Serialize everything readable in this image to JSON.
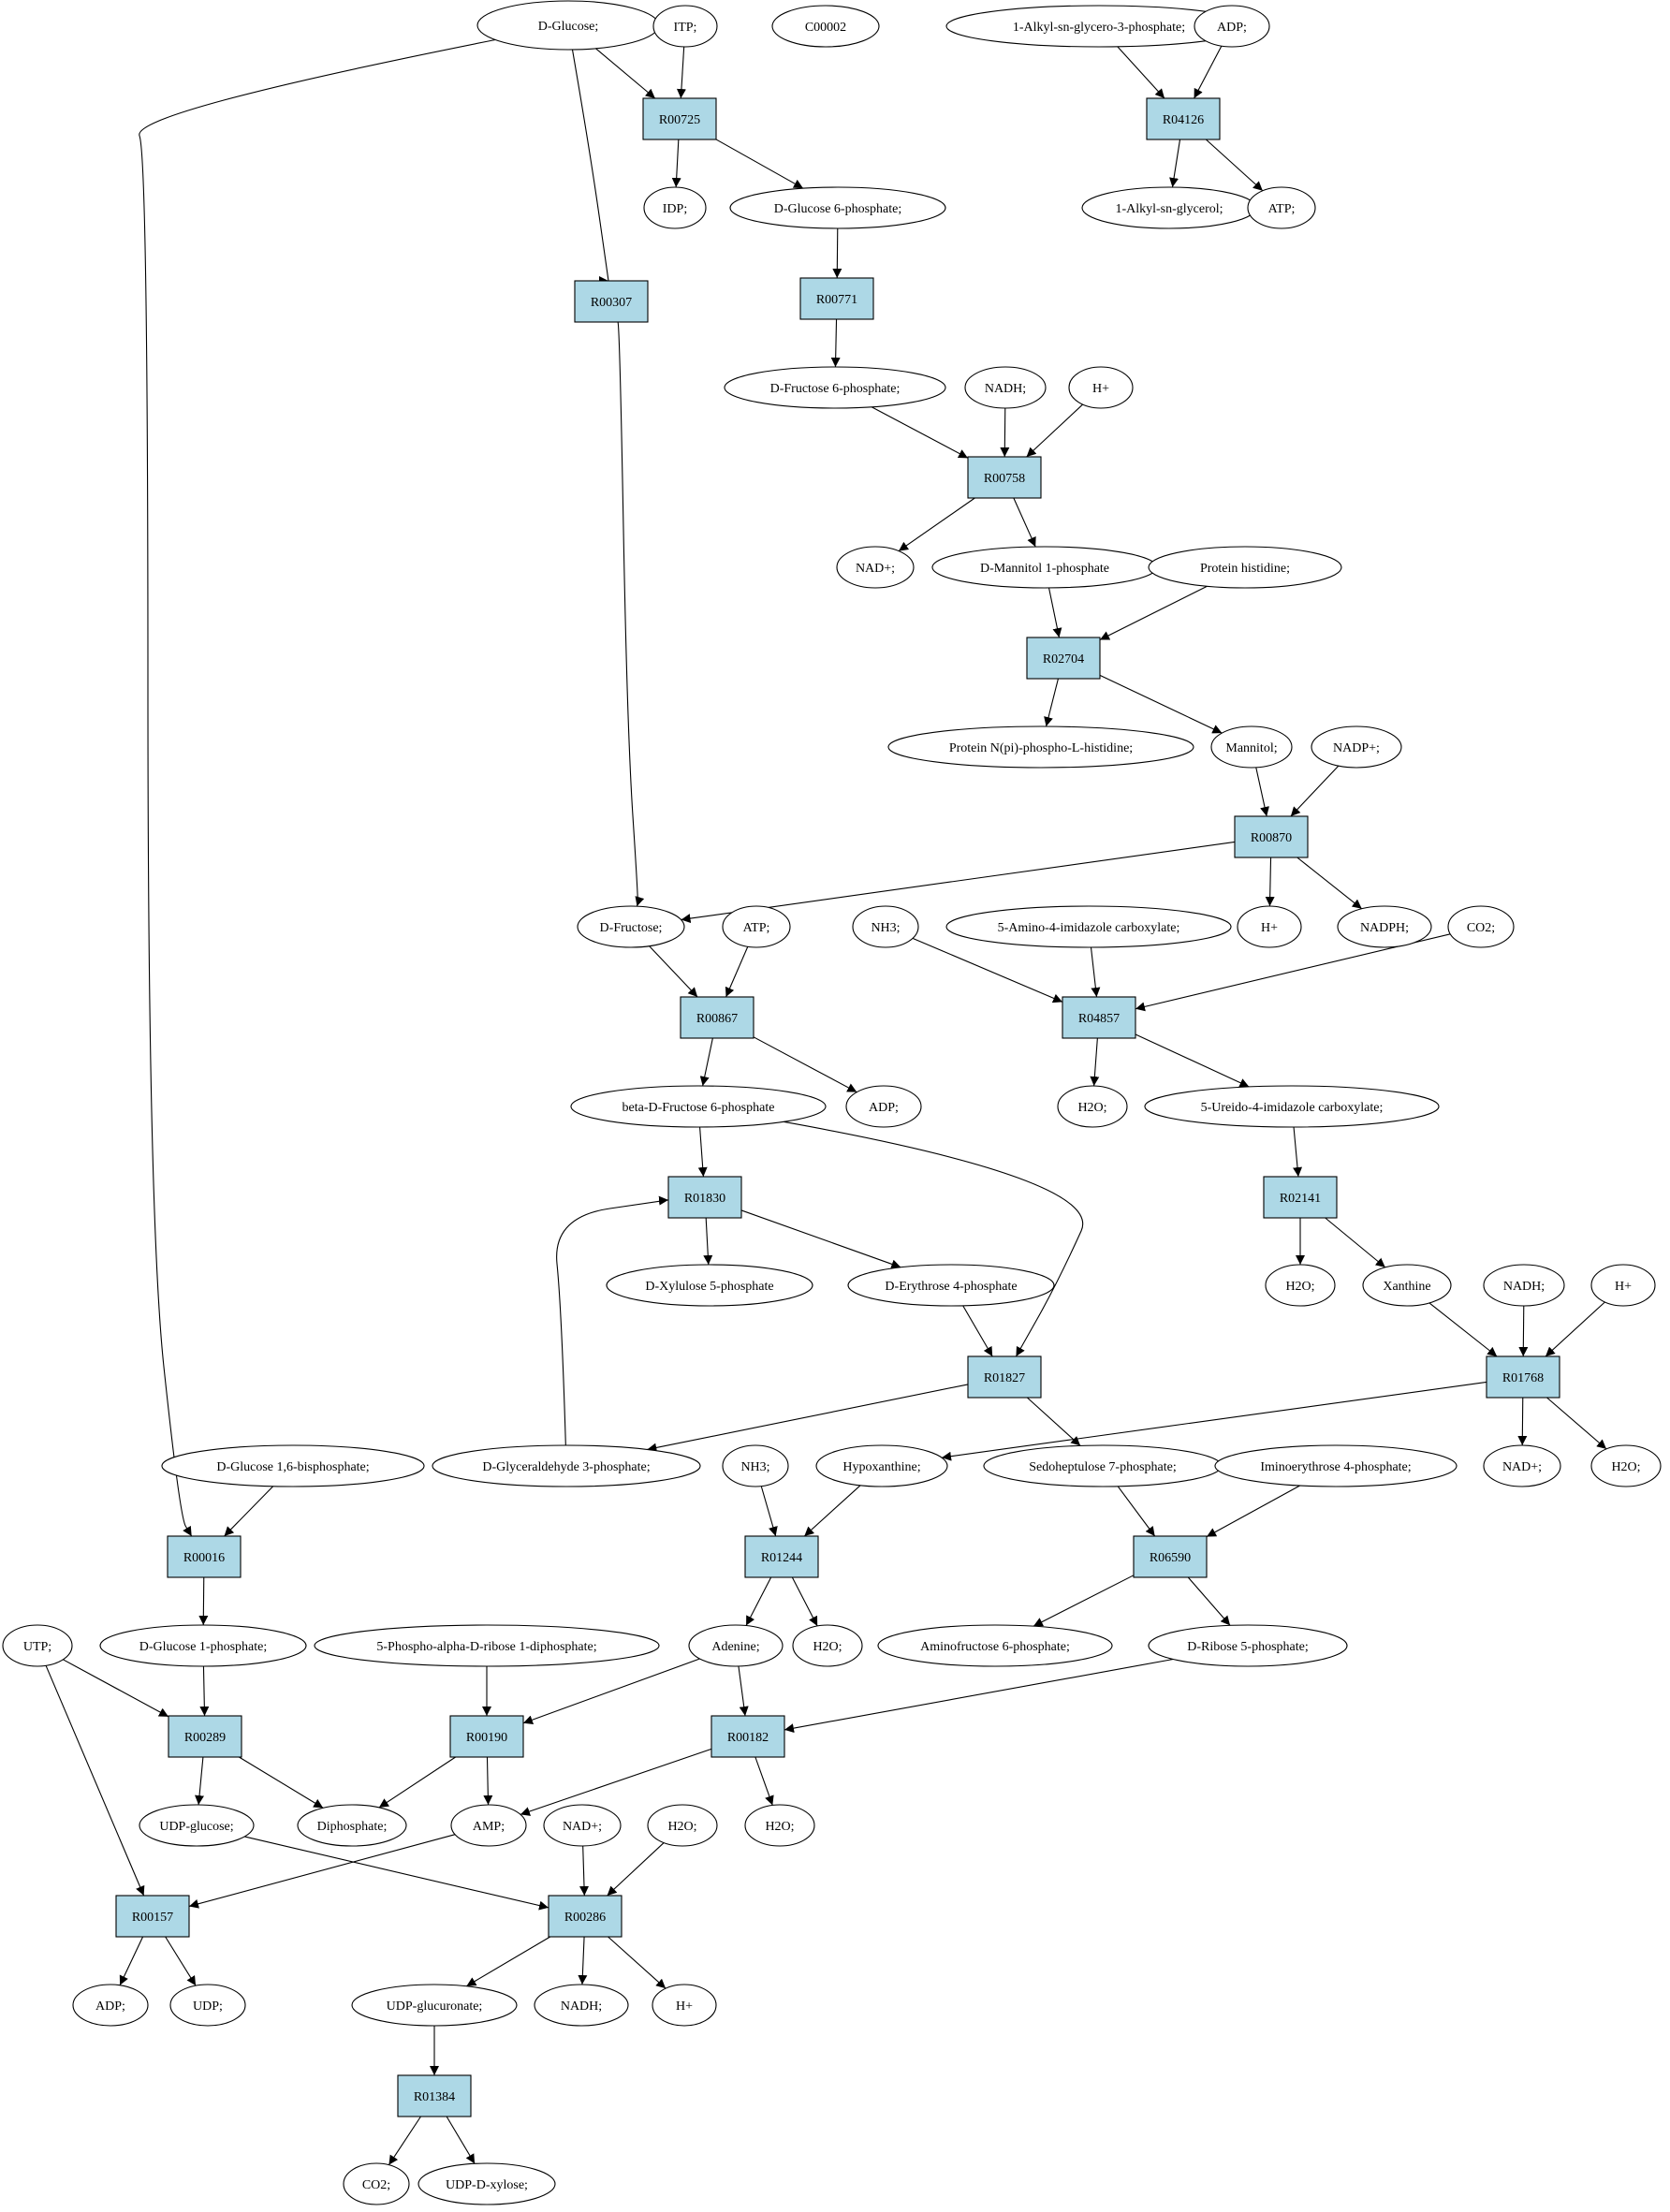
{
  "colors": {
    "background": "#ffffff",
    "reaction_fill": "#add8e6",
    "compound_fill": "#ffffff",
    "highlight_green": "#00ee00",
    "highlight_yellow": "#ffff00",
    "stroke": "#000000"
  },
  "nodes": [
    {
      "id": "glc",
      "type": "compound",
      "label": "D-Glucose;",
      "highlight": "green"
    },
    {
      "id": "itp",
      "type": "compound",
      "label": "ITP;"
    },
    {
      "id": "c00002",
      "type": "compound",
      "label": "C00002",
      "highlight": "yellow"
    },
    {
      "id": "alkgp",
      "type": "compound",
      "label": "1-Alkyl-sn-glycero-3-phosphate;"
    },
    {
      "id": "adp_a",
      "type": "compound",
      "label": "ADP;"
    },
    {
      "id": "r00725",
      "type": "reaction",
      "label": "R00725"
    },
    {
      "id": "r04126",
      "type": "reaction",
      "label": "R04126"
    },
    {
      "id": "idp",
      "type": "compound",
      "label": "IDP;"
    },
    {
      "id": "g6p",
      "type": "compound",
      "label": "D-Glucose 6-phosphate;"
    },
    {
      "id": "alkg",
      "type": "compound",
      "label": "1-Alkyl-sn-glycerol;"
    },
    {
      "id": "atp_a",
      "type": "compound",
      "label": "ATP;"
    },
    {
      "id": "r00307",
      "type": "reaction",
      "label": "R00307"
    },
    {
      "id": "r00771",
      "type": "reaction",
      "label": "R00771"
    },
    {
      "id": "f6p",
      "type": "compound",
      "label": "D-Fructose 6-phosphate;"
    },
    {
      "id": "nadh_a",
      "type": "compound",
      "label": "NADH;"
    },
    {
      "id": "hp_a",
      "type": "compound",
      "label": "H+"
    },
    {
      "id": "r00758",
      "type": "reaction",
      "label": "R00758"
    },
    {
      "id": "nadp_a",
      "type": "compound",
      "label": "NAD+;"
    },
    {
      "id": "m1p",
      "type": "compound",
      "label": "D-Mannitol 1-phosphate"
    },
    {
      "id": "phis",
      "type": "compound",
      "label": "Protein histidine;"
    },
    {
      "id": "r02704",
      "type": "reaction",
      "label": "R02704"
    },
    {
      "id": "pnphis",
      "type": "compound",
      "label": "Protein N(pi)-phospho-L-histidine;"
    },
    {
      "id": "mannitol",
      "type": "compound",
      "label": "Mannitol;"
    },
    {
      "id": "nadpp",
      "type": "compound",
      "label": "NADP+;"
    },
    {
      "id": "r00870",
      "type": "reaction",
      "label": "R00870"
    },
    {
      "id": "fru",
      "type": "compound",
      "label": "D-Fructose;"
    },
    {
      "id": "atp_b",
      "type": "compound",
      "label": "ATP;"
    },
    {
      "id": "nh3_a",
      "type": "compound",
      "label": "NH3;"
    },
    {
      "id": "aic",
      "type": "compound",
      "label": "5-Amino-4-imidazole carboxylate;"
    },
    {
      "id": "co2_a",
      "type": "compound",
      "label": "CO2;"
    },
    {
      "id": "hp_b",
      "type": "compound",
      "label": "H+"
    },
    {
      "id": "nadph",
      "type": "compound",
      "label": "NADPH;"
    },
    {
      "id": "r00867",
      "type": "reaction",
      "label": "R00867"
    },
    {
      "id": "r04857",
      "type": "reaction",
      "label": "R04857"
    },
    {
      "id": "bf6p",
      "type": "compound",
      "label": "beta-D-Fructose 6-phosphate"
    },
    {
      "id": "adp_b",
      "type": "compound",
      "label": "ADP;"
    },
    {
      "id": "h2o_a",
      "type": "compound",
      "label": "H2O;"
    },
    {
      "id": "uic",
      "type": "compound",
      "label": "5-Ureido-4-imidazole carboxylate;"
    },
    {
      "id": "r01830",
      "type": "reaction",
      "label": "R01830"
    },
    {
      "id": "r02141",
      "type": "reaction",
      "label": "R02141"
    },
    {
      "id": "x5p",
      "type": "compound",
      "label": "D-Xylulose 5-phosphate"
    },
    {
      "id": "e4p",
      "type": "compound",
      "label": "D-Erythrose 4-phosphate"
    },
    {
      "id": "h2o_b",
      "type": "compound",
      "label": "H2O;"
    },
    {
      "id": "xan",
      "type": "compound",
      "label": "Xanthine"
    },
    {
      "id": "nadh_b",
      "type": "compound",
      "label": "NADH;"
    },
    {
      "id": "hp_c",
      "type": "compound",
      "label": "H+"
    },
    {
      "id": "r01827",
      "type": "reaction",
      "label": "R01827"
    },
    {
      "id": "r01768",
      "type": "reaction",
      "label": "R01768"
    },
    {
      "id": "g16bp",
      "type": "compound",
      "label": "D-Glucose 1,6-bisphosphate;"
    },
    {
      "id": "ga3p",
      "type": "compound",
      "label": "D-Glyceraldehyde 3-phosphate;"
    },
    {
      "id": "nh3_b",
      "type": "compound",
      "label": "NH3;"
    },
    {
      "id": "hyp",
      "type": "compound",
      "label": "Hypoxanthine;"
    },
    {
      "id": "s7p",
      "type": "compound",
      "label": "Sedoheptulose 7-phosphate;"
    },
    {
      "id": "ie4p",
      "type": "compound",
      "label": "Iminoerythrose 4-phosphate;"
    },
    {
      "id": "nadp_b",
      "type": "compound",
      "label": "NAD+;"
    },
    {
      "id": "h2o_c",
      "type": "compound",
      "label": "H2O;"
    },
    {
      "id": "r00016",
      "type": "reaction",
      "label": "R00016"
    },
    {
      "id": "r01244",
      "type": "reaction",
      "label": "R01244"
    },
    {
      "id": "r06590",
      "type": "reaction",
      "label": "R06590"
    },
    {
      "id": "utp",
      "type": "compound",
      "label": "UTP;"
    },
    {
      "id": "g1p",
      "type": "compound",
      "label": "D-Glucose 1-phosphate;"
    },
    {
      "id": "prpp",
      "type": "compound",
      "label": "5-Phospho-alpha-D-ribose 1-diphosphate;"
    },
    {
      "id": "ade",
      "type": "compound",
      "label": "Adenine;"
    },
    {
      "id": "h2o_d",
      "type": "compound",
      "label": "H2O;"
    },
    {
      "id": "af6p",
      "type": "compound",
      "label": "Aminofructose 6-phosphate;"
    },
    {
      "id": "r5p",
      "type": "compound",
      "label": "D-Ribose 5-phosphate;"
    },
    {
      "id": "r00289",
      "type": "reaction",
      "label": "R00289"
    },
    {
      "id": "r00190",
      "type": "reaction",
      "label": "R00190"
    },
    {
      "id": "r00182",
      "type": "reaction",
      "label": "R00182"
    },
    {
      "id": "udpg",
      "type": "compound",
      "label": "UDP-glucose;"
    },
    {
      "id": "ppi",
      "type": "compound",
      "label": "Diphosphate;"
    },
    {
      "id": "amp",
      "type": "compound",
      "label": "AMP;"
    },
    {
      "id": "nadp_c",
      "type": "compound",
      "label": "NAD+;"
    },
    {
      "id": "h2o_e",
      "type": "compound",
      "label": "H2O;"
    },
    {
      "id": "h2o_f",
      "type": "compound",
      "label": "H2O;"
    },
    {
      "id": "r00157",
      "type": "reaction",
      "label": "R00157"
    },
    {
      "id": "r00286",
      "type": "reaction",
      "label": "R00286"
    },
    {
      "id": "adp_c",
      "type": "compound",
      "label": "ADP;"
    },
    {
      "id": "udp",
      "type": "compound",
      "label": "UDP;"
    },
    {
      "id": "udpglcua",
      "type": "compound",
      "label": "UDP-glucuronate;"
    },
    {
      "id": "nadh_c",
      "type": "compound",
      "label": "NADH;"
    },
    {
      "id": "hp_d",
      "type": "compound",
      "label": "H+"
    },
    {
      "id": "r01384",
      "type": "reaction",
      "label": "R01384"
    },
    {
      "id": "co2_b",
      "type": "compound",
      "label": "CO2;"
    },
    {
      "id": "udpxyl",
      "type": "compound",
      "label": "UDP-D-xylose;"
    }
  ],
  "edges": [
    [
      "glc",
      "r00725"
    ],
    [
      "itp",
      "r00725"
    ],
    [
      "r00725",
      "idp"
    ],
    [
      "r00725",
      "g6p"
    ],
    [
      "alkgp",
      "r04126"
    ],
    [
      "adp_a",
      "r04126"
    ],
    [
      "r04126",
      "alkg"
    ],
    [
      "r04126",
      "atp_a"
    ],
    [
      "glc",
      "r00307"
    ],
    [
      "glc",
      "r00016"
    ],
    [
      "g6p",
      "r00771"
    ],
    [
      "r00771",
      "f6p"
    ],
    [
      "f6p",
      "r00758"
    ],
    [
      "nadh_a",
      "r00758"
    ],
    [
      "hp_a",
      "r00758"
    ],
    [
      "r00758",
      "nadp_a"
    ],
    [
      "r00758",
      "m1p"
    ],
    [
      "m1p",
      "r02704"
    ],
    [
      "phis",
      "r02704"
    ],
    [
      "r02704",
      "pnphis"
    ],
    [
      "r02704",
      "mannitol"
    ],
    [
      "mannitol",
      "r00870"
    ],
    [
      "nadpp",
      "r00870"
    ],
    [
      "r00870",
      "fru"
    ],
    [
      "r00870",
      "hp_b"
    ],
    [
      "r00870",
      "nadph"
    ],
    [
      "r00307",
      "fru"
    ],
    [
      "fru",
      "r00867"
    ],
    [
      "atp_b",
      "r00867"
    ],
    [
      "r00867",
      "bf6p"
    ],
    [
      "r00867",
      "adp_b"
    ],
    [
      "nh3_a",
      "r04857"
    ],
    [
      "aic",
      "r04857"
    ],
    [
      "co2_a",
      "r04857"
    ],
    [
      "r04857",
      "h2o_a"
    ],
    [
      "r04857",
      "uic"
    ],
    [
      "bf6p",
      "r01830"
    ],
    [
      "bf6p",
      "r01827"
    ],
    [
      "r01830",
      "x5p"
    ],
    [
      "r01830",
      "e4p"
    ],
    [
      "uic",
      "r02141"
    ],
    [
      "r02141",
      "h2o_b"
    ],
    [
      "r02141",
      "xan"
    ],
    [
      "e4p",
      "r01827"
    ],
    [
      "r01827",
      "ga3p"
    ],
    [
      "r01827",
      "s7p"
    ],
    [
      "ga3p",
      "r01830"
    ],
    [
      "xan",
      "r01768"
    ],
    [
      "nadh_b",
      "r01768"
    ],
    [
      "hp_c",
      "r01768"
    ],
    [
      "r01768",
      "hyp"
    ],
    [
      "r01768",
      "nadp_b"
    ],
    [
      "r01768",
      "h2o_c"
    ],
    [
      "g16bp",
      "r00016"
    ],
    [
      "r00016",
      "g1p"
    ],
    [
      "nh3_b",
      "r01244"
    ],
    [
      "hyp",
      "r01244"
    ],
    [
      "r01244",
      "ade"
    ],
    [
      "r01244",
      "h2o_d"
    ],
    [
      "s7p",
      "r06590"
    ],
    [
      "ie4p",
      "r06590"
    ],
    [
      "r06590",
      "af6p"
    ],
    [
      "r06590",
      "r5p"
    ],
    [
      "utp",
      "r00289"
    ],
    [
      "g1p",
      "r00289"
    ],
    [
      "r00289",
      "udpg"
    ],
    [
      "r00289",
      "ppi"
    ],
    [
      "prpp",
      "r00190"
    ],
    [
      "ade",
      "r00190"
    ],
    [
      "r00190",
      "ppi"
    ],
    [
      "r00190",
      "amp"
    ],
    [
      "ade",
      "r00182"
    ],
    [
      "r5p",
      "r00182"
    ],
    [
      "r00182",
      "amp"
    ],
    [
      "r00182",
      "h2o_f"
    ],
    [
      "utp",
      "r00157"
    ],
    [
      "amp",
      "r00157"
    ],
    [
      "r00157",
      "adp_c"
    ],
    [
      "r00157",
      "udp"
    ],
    [
      "udpg",
      "r00286"
    ],
    [
      "nadp_c",
      "r00286"
    ],
    [
      "h2o_e",
      "r00286"
    ],
    [
      "r00286",
      "udpglcua"
    ],
    [
      "r00286",
      "nadh_c"
    ],
    [
      "r00286",
      "hp_d"
    ],
    [
      "udpglcua",
      "r01384"
    ],
    [
      "r01384",
      "co2_b"
    ],
    [
      "r01384",
      "udpxyl"
    ]
  ]
}
